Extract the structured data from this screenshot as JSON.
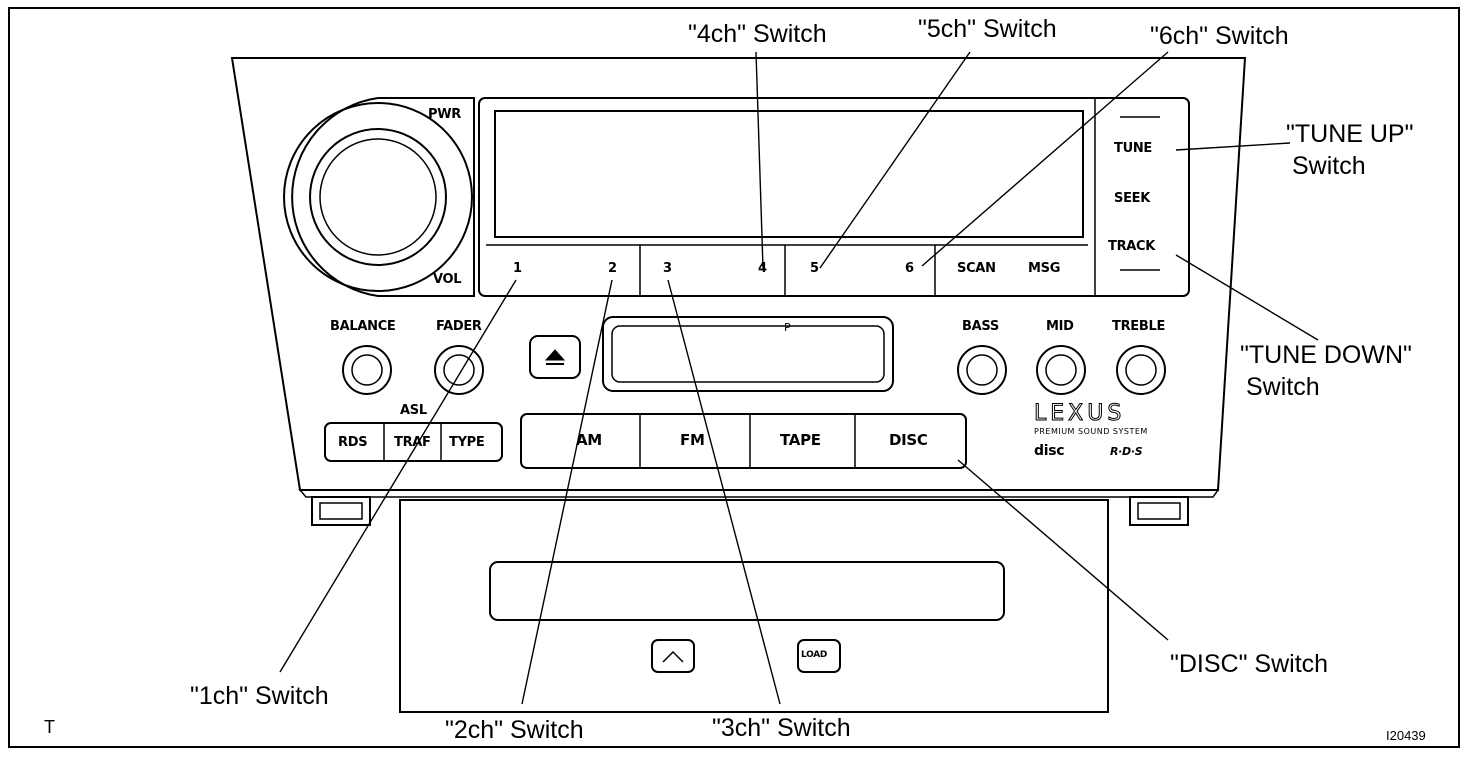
{
  "callouts": {
    "ch1": "\"1ch\" Switch",
    "ch2": "\"2ch\" Switch",
    "ch3": "\"3ch\" Switch",
    "ch4": "\"4ch\" Switch",
    "ch5": "\"5ch\" Switch",
    "ch6": "\"6ch\" Switch",
    "tune_up_line1": "\"TUNE UP\"",
    "tune_up_line2": "Switch",
    "tune_down_line1": "\"TUNE DOWN\"",
    "tune_down_line2": "Switch",
    "disc": "\"DISC\" Switch"
  },
  "panel": {
    "pwr": "PWR",
    "vol": "VOL",
    "presets": [
      "1",
      "2",
      "3",
      "4",
      "5",
      "6"
    ],
    "scan": "SCAN",
    "msg": "MSG",
    "tune": "TUNE",
    "seek": "SEEK",
    "track": "TRACK",
    "balance": "BALANCE",
    "fader": "FADER",
    "bass": "BASS",
    "mid": "MID",
    "treble": "TREBLE",
    "asl": "ASL",
    "rds": "RDS",
    "traf": "TRAF",
    "type": "TYPE",
    "am": "AM",
    "fm": "FM",
    "tape": "TAPE",
    "disc": "DISC",
    "brand": "LEXUS",
    "brand_sub": "PREMIUM  SOUND  SYSTEM",
    "disc_logo": "disc",
    "rds_logo": "R·D·S",
    "load": "LOAD",
    "tape_mark": "P"
  },
  "corner_mark": "T",
  "figure_id": "I20439"
}
